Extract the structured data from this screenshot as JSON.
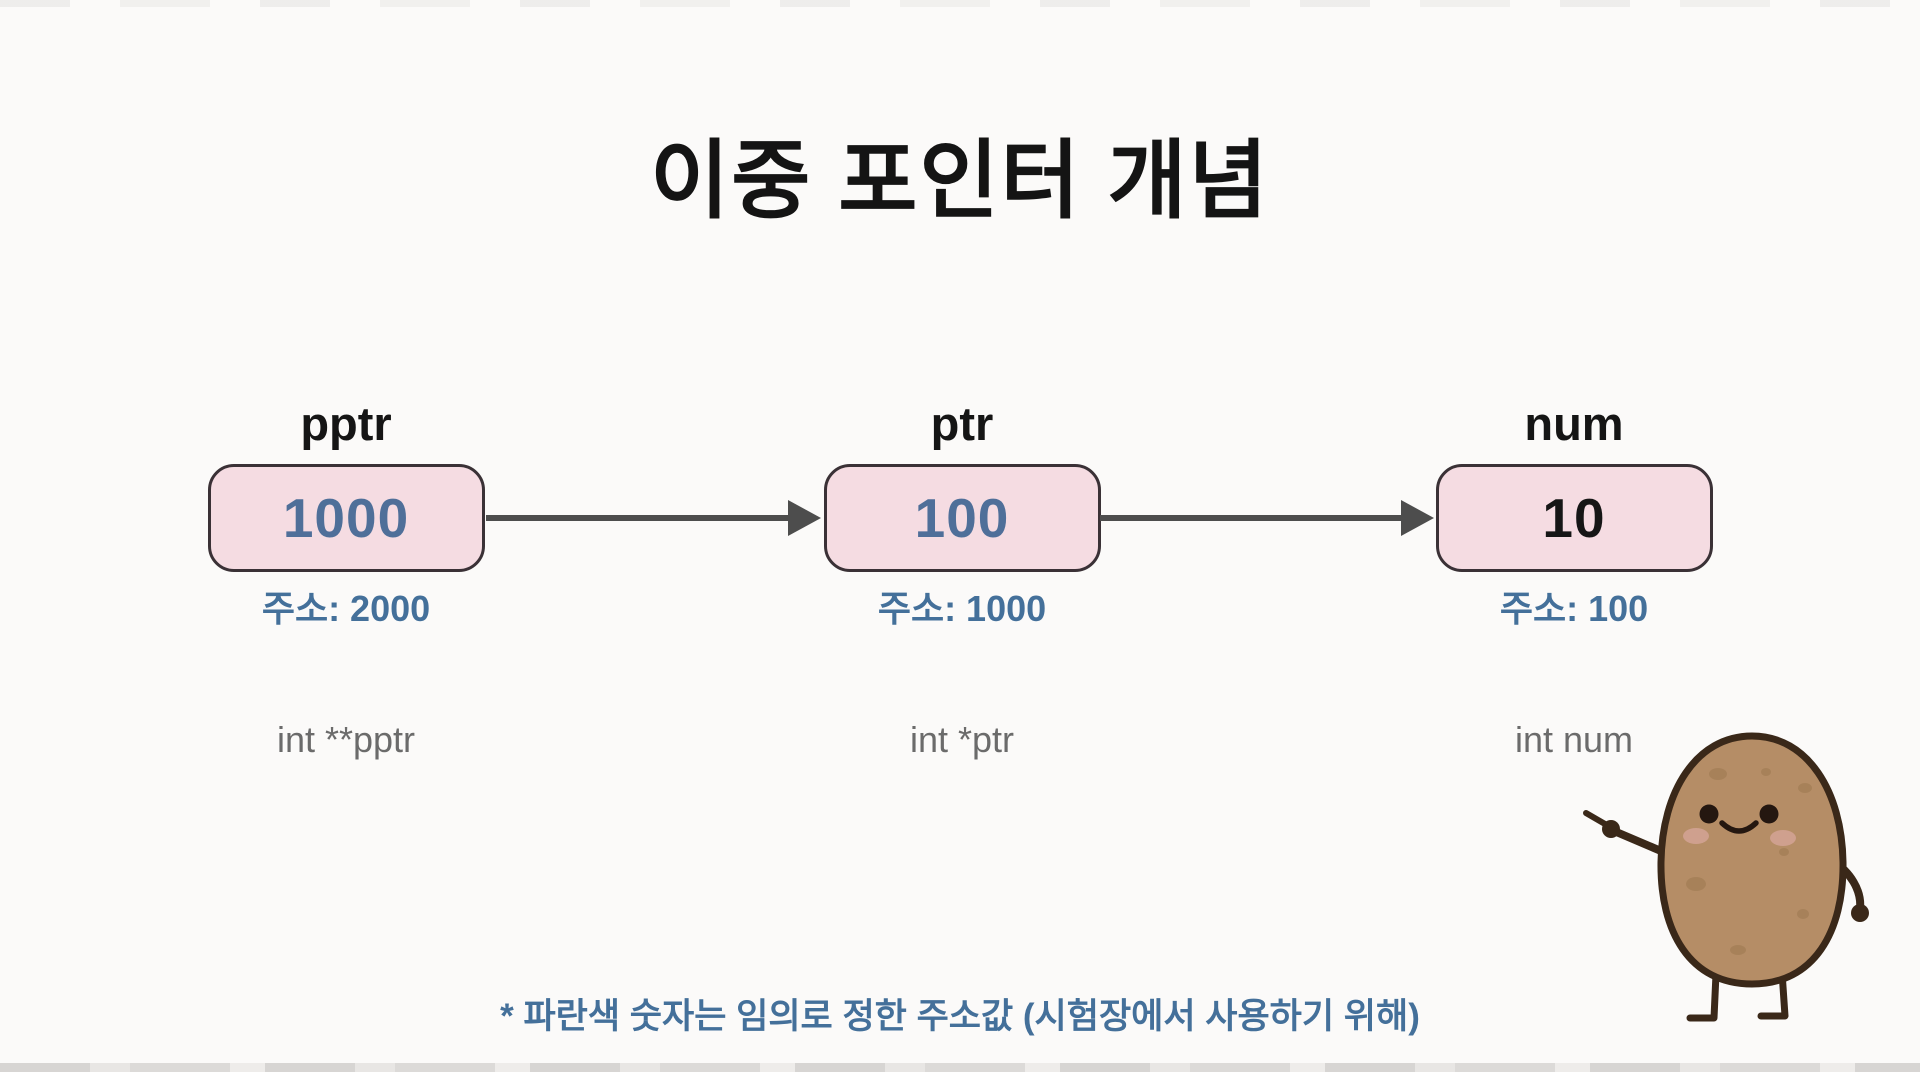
{
  "title": "이중 포인터 개념",
  "diagram": {
    "variables": [
      {
        "name": "pptr",
        "value": "1000",
        "value_color": "#4f6f99",
        "address_label": "주소: 2000",
        "declaration": "int **pptr"
      },
      {
        "name": "ptr",
        "value": "100",
        "value_color": "#4f6f99",
        "address_label": "주소: 1000",
        "declaration": "int *ptr"
      },
      {
        "name": "num",
        "value": "10",
        "value_color": "#161616",
        "address_label": "주소: 100",
        "declaration": "int num"
      }
    ],
    "arrow_color": "#4d4d4d",
    "box_fill_color": "#f5dce2",
    "box_border_color": "#3a3136",
    "address_text_color": "#44709a",
    "declaration_text_color": "#6b6b6b"
  },
  "footnote": "* 파란색 숫자는 임의로 정한 주소값 (시험장에서 사용하기 위해)",
  "mascot": {
    "kind": "potato-character",
    "body_color": "#b58d66",
    "outline_color": "#3a2819"
  }
}
